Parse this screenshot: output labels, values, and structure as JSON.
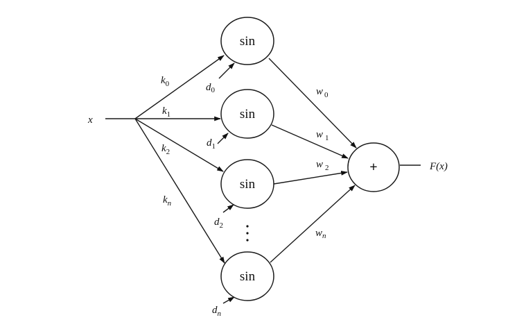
{
  "diagram": {
    "type": "neural-network-sine-sum",
    "input": {
      "label": "x"
    },
    "hidden_nodes": [
      {
        "id": "n0",
        "label": "sin",
        "in_weight": {
          "base": "k",
          "sub": "0"
        },
        "bias": {
          "base": "d",
          "sub": "0"
        },
        "out_weight": {
          "base": "w",
          "sub": "0"
        }
      },
      {
        "id": "n1",
        "label": "sin",
        "in_weight": {
          "base": "k",
          "sub": "1"
        },
        "bias": {
          "base": "d",
          "sub": "1"
        },
        "out_weight": {
          "base": "w",
          "sub": "1"
        }
      },
      {
        "id": "n2",
        "label": "sin",
        "in_weight": {
          "base": "k",
          "sub": "2"
        },
        "bias": {
          "base": "d",
          "sub": "2"
        },
        "out_weight": {
          "base": "w",
          "sub": "2"
        }
      },
      {
        "id": "nn",
        "label": "sin",
        "in_weight": {
          "base": "k",
          "sub": "n"
        },
        "bias": {
          "base": "d",
          "sub": "n"
        },
        "out_weight": {
          "base": "w",
          "sub": "n"
        }
      }
    ],
    "ellipsis": "⋮",
    "sum_node": {
      "label": "+"
    },
    "output": {
      "label": "F(x)"
    },
    "edges": [
      {
        "from": "x",
        "to": "n0",
        "label": "k0"
      },
      {
        "from": "x",
        "to": "n1",
        "label": "k1"
      },
      {
        "from": "x",
        "to": "n2",
        "label": "k2"
      },
      {
        "from": "x",
        "to": "nn",
        "label": "kn"
      },
      {
        "from": "d0",
        "to": "n0"
      },
      {
        "from": "d1",
        "to": "n1"
      },
      {
        "from": "d2",
        "to": "n2"
      },
      {
        "from": "dn",
        "to": "nn"
      },
      {
        "from": "n0",
        "to": "sum",
        "label": "w0"
      },
      {
        "from": "n1",
        "to": "sum",
        "label": "w1"
      },
      {
        "from": "n2",
        "to": "sum",
        "label": "w2"
      },
      {
        "from": "nn",
        "to": "sum",
        "label": "wn"
      },
      {
        "from": "sum",
        "to": "F(x)"
      }
    ]
  }
}
